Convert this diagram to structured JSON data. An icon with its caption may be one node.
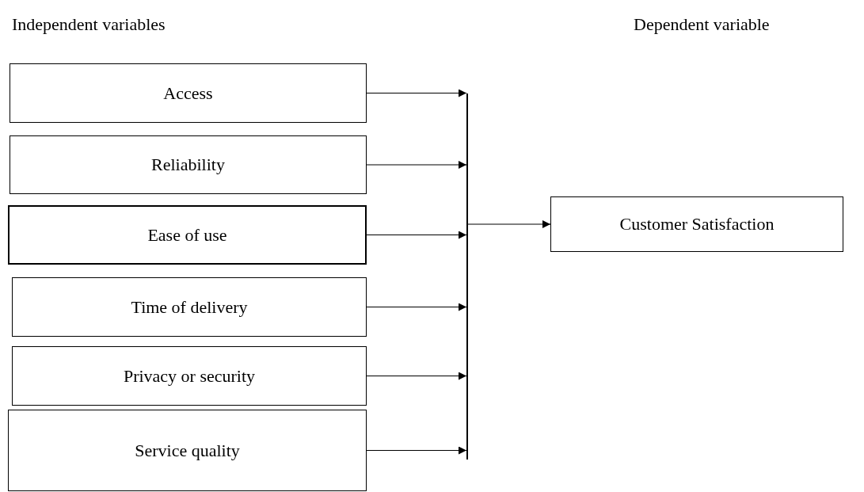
{
  "diagram": {
    "nodes": [
      {
        "text": [
          "Access"
        ]
      },
      {
        "text": [
          "Reliability"
        ]
      },
      {
        "text": [
          "Ease of use"
        ]
      },
      {
        "text": [
          "Time of delivery"
        ]
      },
      {
        "text": [
          "Privacy or security"
        ]
      },
      {
        "text": [
          "Service quality"
        ]
      },
      {
        "text": [],
        "shape": "bar"
      },
      {
        "text": [
          "Customer Satisfaction"
        ]
      }
    ],
    "edges": [
      {
        "from": 0,
        "to": 6,
        "arrow": "to"
      },
      {
        "from": 1,
        "to": 6,
        "arrow": "to"
      },
      {
        "from": 2,
        "to": 6,
        "arrow": "to"
      },
      {
        "from": 3,
        "to": 6,
        "arrow": "to"
      },
      {
        "from": 4,
        "to": 6,
        "arrow": "to"
      },
      {
        "from": 5,
        "to": 6,
        "arrow": "to"
      },
      {
        "from": 6,
        "to": 7,
        "arrow": "to"
      }
    ],
    "labels": [
      "Independent variables",
      "Dependent variable"
    ]
  }
}
